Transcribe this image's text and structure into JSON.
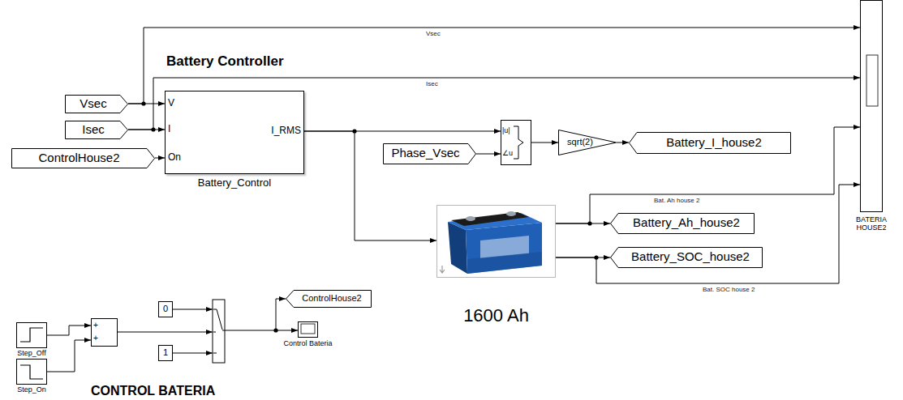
{
  "diagram": {
    "nodes": [
      {
        "text": [
          "Vsec"
        ]
      },
      {
        "text": [
          "Isec"
        ]
      },
      {
        "text": [
          "ControlHouse2"
        ]
      },
      {
        "text": [
          "V",
          "I",
          "On",
          "I_RMS",
          "Battery_Control"
        ]
      },
      {
        "text": [
          "|u|",
          "∠u"
        ]
      },
      {
        "text": [
          "Phase_Vsec"
        ]
      },
      {
        "text": [
          "sqrt(2)"
        ]
      },
      {
        "text": [
          "Battery_I_house2"
        ]
      },
      {
        "text": [
          "1600 Ah"
        ]
      },
      {
        "text": [
          "Battery_Ah_house2"
        ]
      },
      {
        "text": [
          "Battery_SOC_house2"
        ]
      },
      {
        "text": [
          "BATERIA HOUSE2"
        ]
      },
      {
        "text": [
          "Step_Off"
        ]
      },
      {
        "text": [
          "Step_On"
        ]
      },
      {
        "text": [
          "+",
          "+"
        ]
      },
      {
        "text": [
          "0"
        ]
      },
      {
        "text": [
          "1"
        ]
      },
      {
        "text": [
          "ControlHouse2"
        ]
      },
      {
        "text": [
          "Control Bateria"
        ]
      }
    ],
    "edges": [
      {
        "from": 0,
        "to": 3,
        "arrow": "to"
      },
      {
        "from": 0,
        "to": 11,
        "label": "Vsec",
        "arrow": "to"
      },
      {
        "from": 1,
        "to": 3,
        "arrow": "to"
      },
      {
        "from": 1,
        "to": 11,
        "label": "Isec",
        "arrow": "to"
      },
      {
        "from": 2,
        "to": 3,
        "arrow": "to"
      },
      {
        "from": 3,
        "to": 4,
        "arrow": "to"
      },
      {
        "from": 3,
        "to": 8,
        "arrow": "to"
      },
      {
        "from": 5,
        "to": 4,
        "arrow": "to"
      },
      {
        "from": 4,
        "to": 6,
        "arrow": "to"
      },
      {
        "from": 6,
        "to": 7,
        "arrow": "to"
      },
      {
        "from": 8,
        "to": 9,
        "arrow": "to"
      },
      {
        "from": 8,
        "to": 11,
        "label": "Bat. Ah house 2",
        "arrow": "to"
      },
      {
        "from": 8,
        "to": 10,
        "arrow": "to"
      },
      {
        "from": 8,
        "to": 11,
        "label": "Bat. SOC house 2",
        "arrow": "to"
      },
      {
        "from": 12,
        "to": 14,
        "arrow": "to"
      },
      {
        "from": 13,
        "to": 14,
        "arrow": "to"
      }
    ],
    "labels": [
      "Battery Controller",
      "CONTROL BATERIA"
    ]
  }
}
